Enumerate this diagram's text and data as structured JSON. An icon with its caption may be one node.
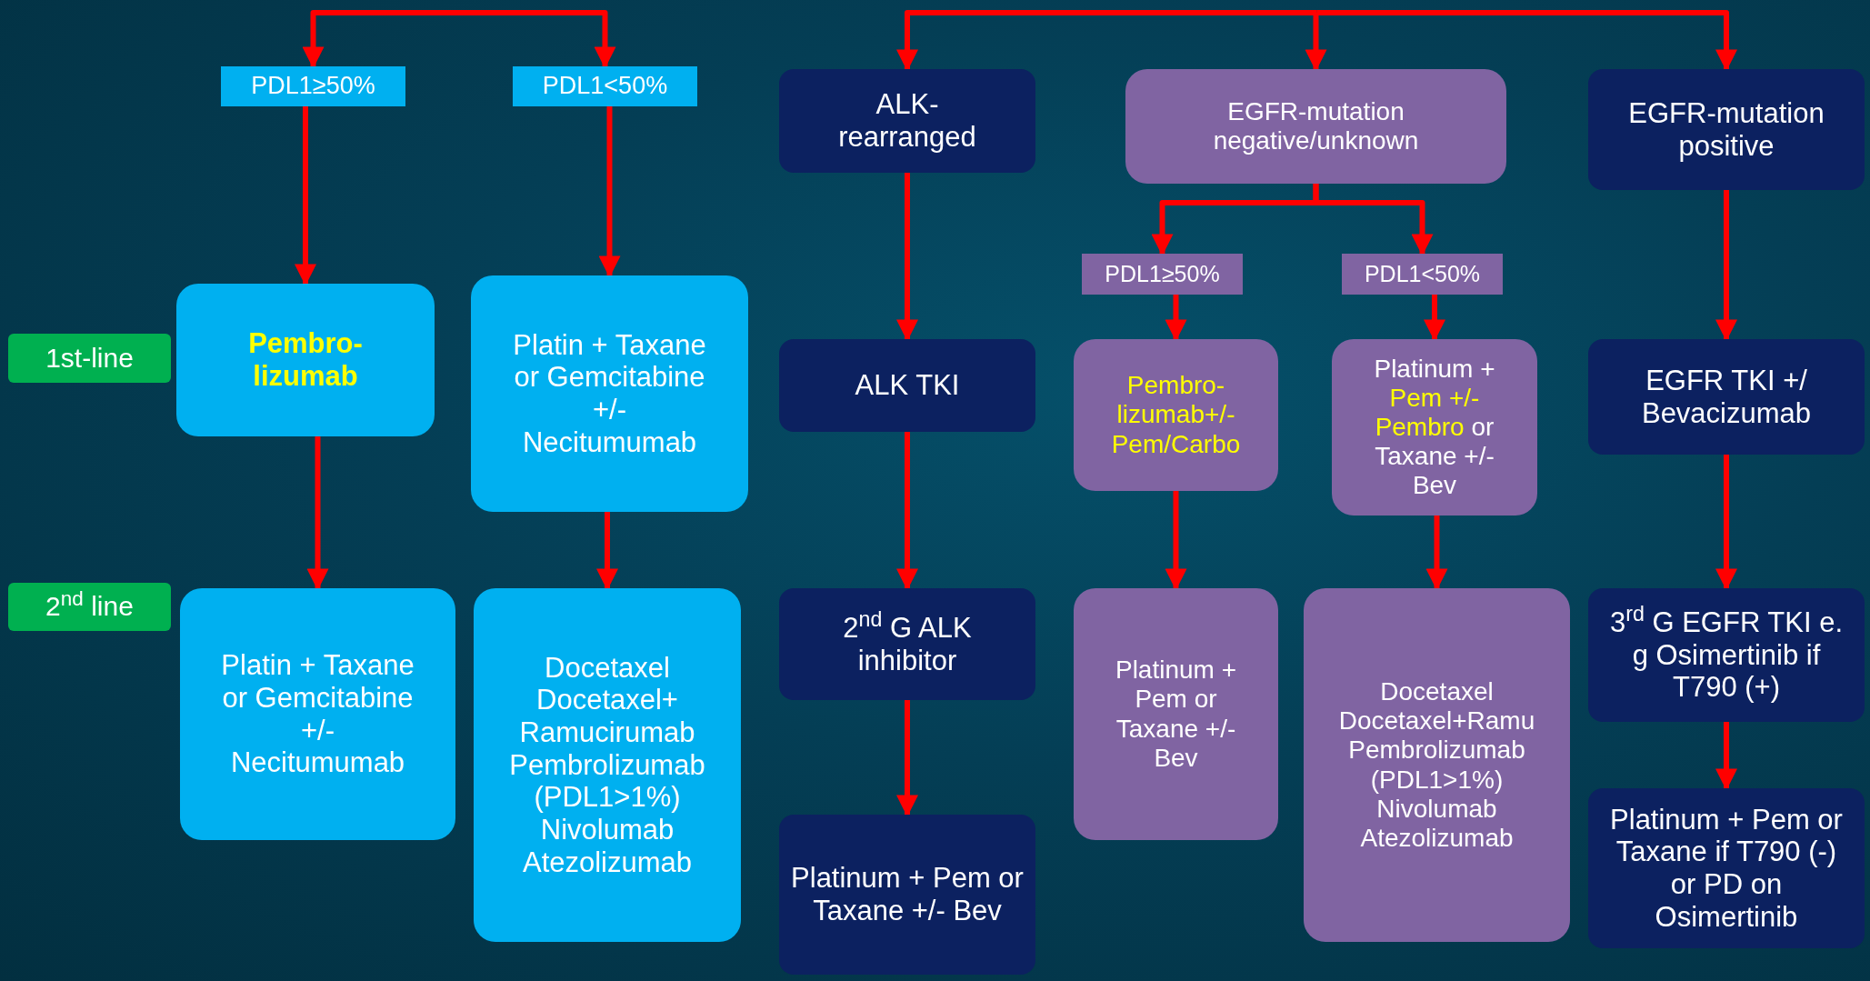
{
  "diagram": {
    "nodes": [
      {
        "text": [
          "PDL1≥50%"
        ]
      },
      {
        "text": [
          "PDL1<50%"
        ]
      },
      {
        "text": [
          "ALK- rearranged"
        ]
      },
      {
        "text": [
          "EGFR-mutation negative/unknown"
        ]
      },
      {
        "text": [
          "EGFR-mutation positive"
        ]
      },
      {
        "text": [
          "PDL1≥50%"
        ]
      },
      {
        "text": [
          "PDL1<50%"
        ]
      },
      {
        "text": [
          "1st-line"
        ]
      },
      {
        "text": [
          "Pembro- lizumab"
        ]
      },
      {
        "text": [
          "Platin + Taxane or Gemcitabine +/- Necitumumab"
        ]
      },
      {
        "text": [
          "ALK TKI"
        ]
      },
      {
        "text": [
          "Pembro- lizumab+/- Pem/Carbo"
        ]
      },
      {
        "text": [
          "Platinum +",
          "Pem +/- Pembro",
          "or Taxane +/- Bev"
        ]
      },
      {
        "text": [
          "EGFR TKI +/ Bevacizumab"
        ]
      },
      {
        "text": [
          "2$^{nd}$ line"
        ]
      },
      {
        "text": [
          "Platin + Taxane or Gemcitabine +/- Necitumumab"
        ]
      },
      {
        "text": [
          "Docetaxel",
          "Docetaxel+ Ramucirumab",
          "Pembrolizumab (PDL1>1%)",
          "Nivolumab",
          "Atezolizumab"
        ]
      },
      {
        "text": [
          "2$^{nd}$ G ALK inhibitor"
        ]
      },
      {
        "text": [
          "Platinum + Pem or Taxane +/- Bev"
        ]
      },
      {
        "text": [
          "Docetaxel",
          "Docetaxel+Ramu",
          "Pembrolizumab (PDL1>1%)",
          "Nivolumab",
          "Atezolizumab"
        ]
      },
      {
        "text": [
          "3$^{rd}$ G EGFR TKI e. g Osimertinib if T790 (+)"
        ]
      },
      {
        "text": [
          "Platinum + Pem or Taxane +/- Bev"
        ]
      },
      {
        "text": [
          "Platinum + Pem or Taxane if T790 (-) or PD on Osimertinib"
        ]
      }
    ],
    "edges": [
      {
        "from": null,
        "to": 0,
        "arrow": "to"
      },
      {
        "from": null,
        "to": 1,
        "arrow": "to"
      },
      {
        "from": null,
        "to": 2,
        "arrow": "to"
      },
      {
        "from": null,
        "to": 3,
        "arrow": "to"
      },
      {
        "from": null,
        "to": 4,
        "arrow": "to"
      },
      {
        "from": 3,
        "to": 5,
        "arrow": "to"
      },
      {
        "from": 3,
        "to": 6,
        "arrow": "to"
      },
      {
        "from": 0,
        "to": 8,
        "arrow": "to"
      },
      {
        "from": 1,
        "to": 9,
        "arrow": "to"
      },
      {
        "from": 2,
        "to": 10,
        "arrow": "to"
      },
      {
        "from": 5,
        "to": 11,
        "arrow": "to"
      },
      {
        "from": 6,
        "to": 12,
        "arrow": "to"
      },
      {
        "from": 4,
        "to": 13,
        "arrow": "to"
      },
      {
        "from": 8,
        "to": 15,
        "arrow": "to"
      },
      {
        "from": 9,
        "to": 16,
        "arrow": "to"
      },
      {
        "from": 10,
        "to": 17,
        "arrow": "to"
      },
      {
        "from": 11,
        "to": 18,
        "arrow": "to"
      },
      {
        "from": 12,
        "to": 19,
        "arrow": "to"
      },
      {
        "from": 13,
        "to": 20,
        "arrow": "to"
      },
      {
        "from": 17,
        "to": 21,
        "arrow": "to"
      },
      {
        "from": 20,
        "to": 22,
        "arrow": "to"
      }
    ]
  }
}
